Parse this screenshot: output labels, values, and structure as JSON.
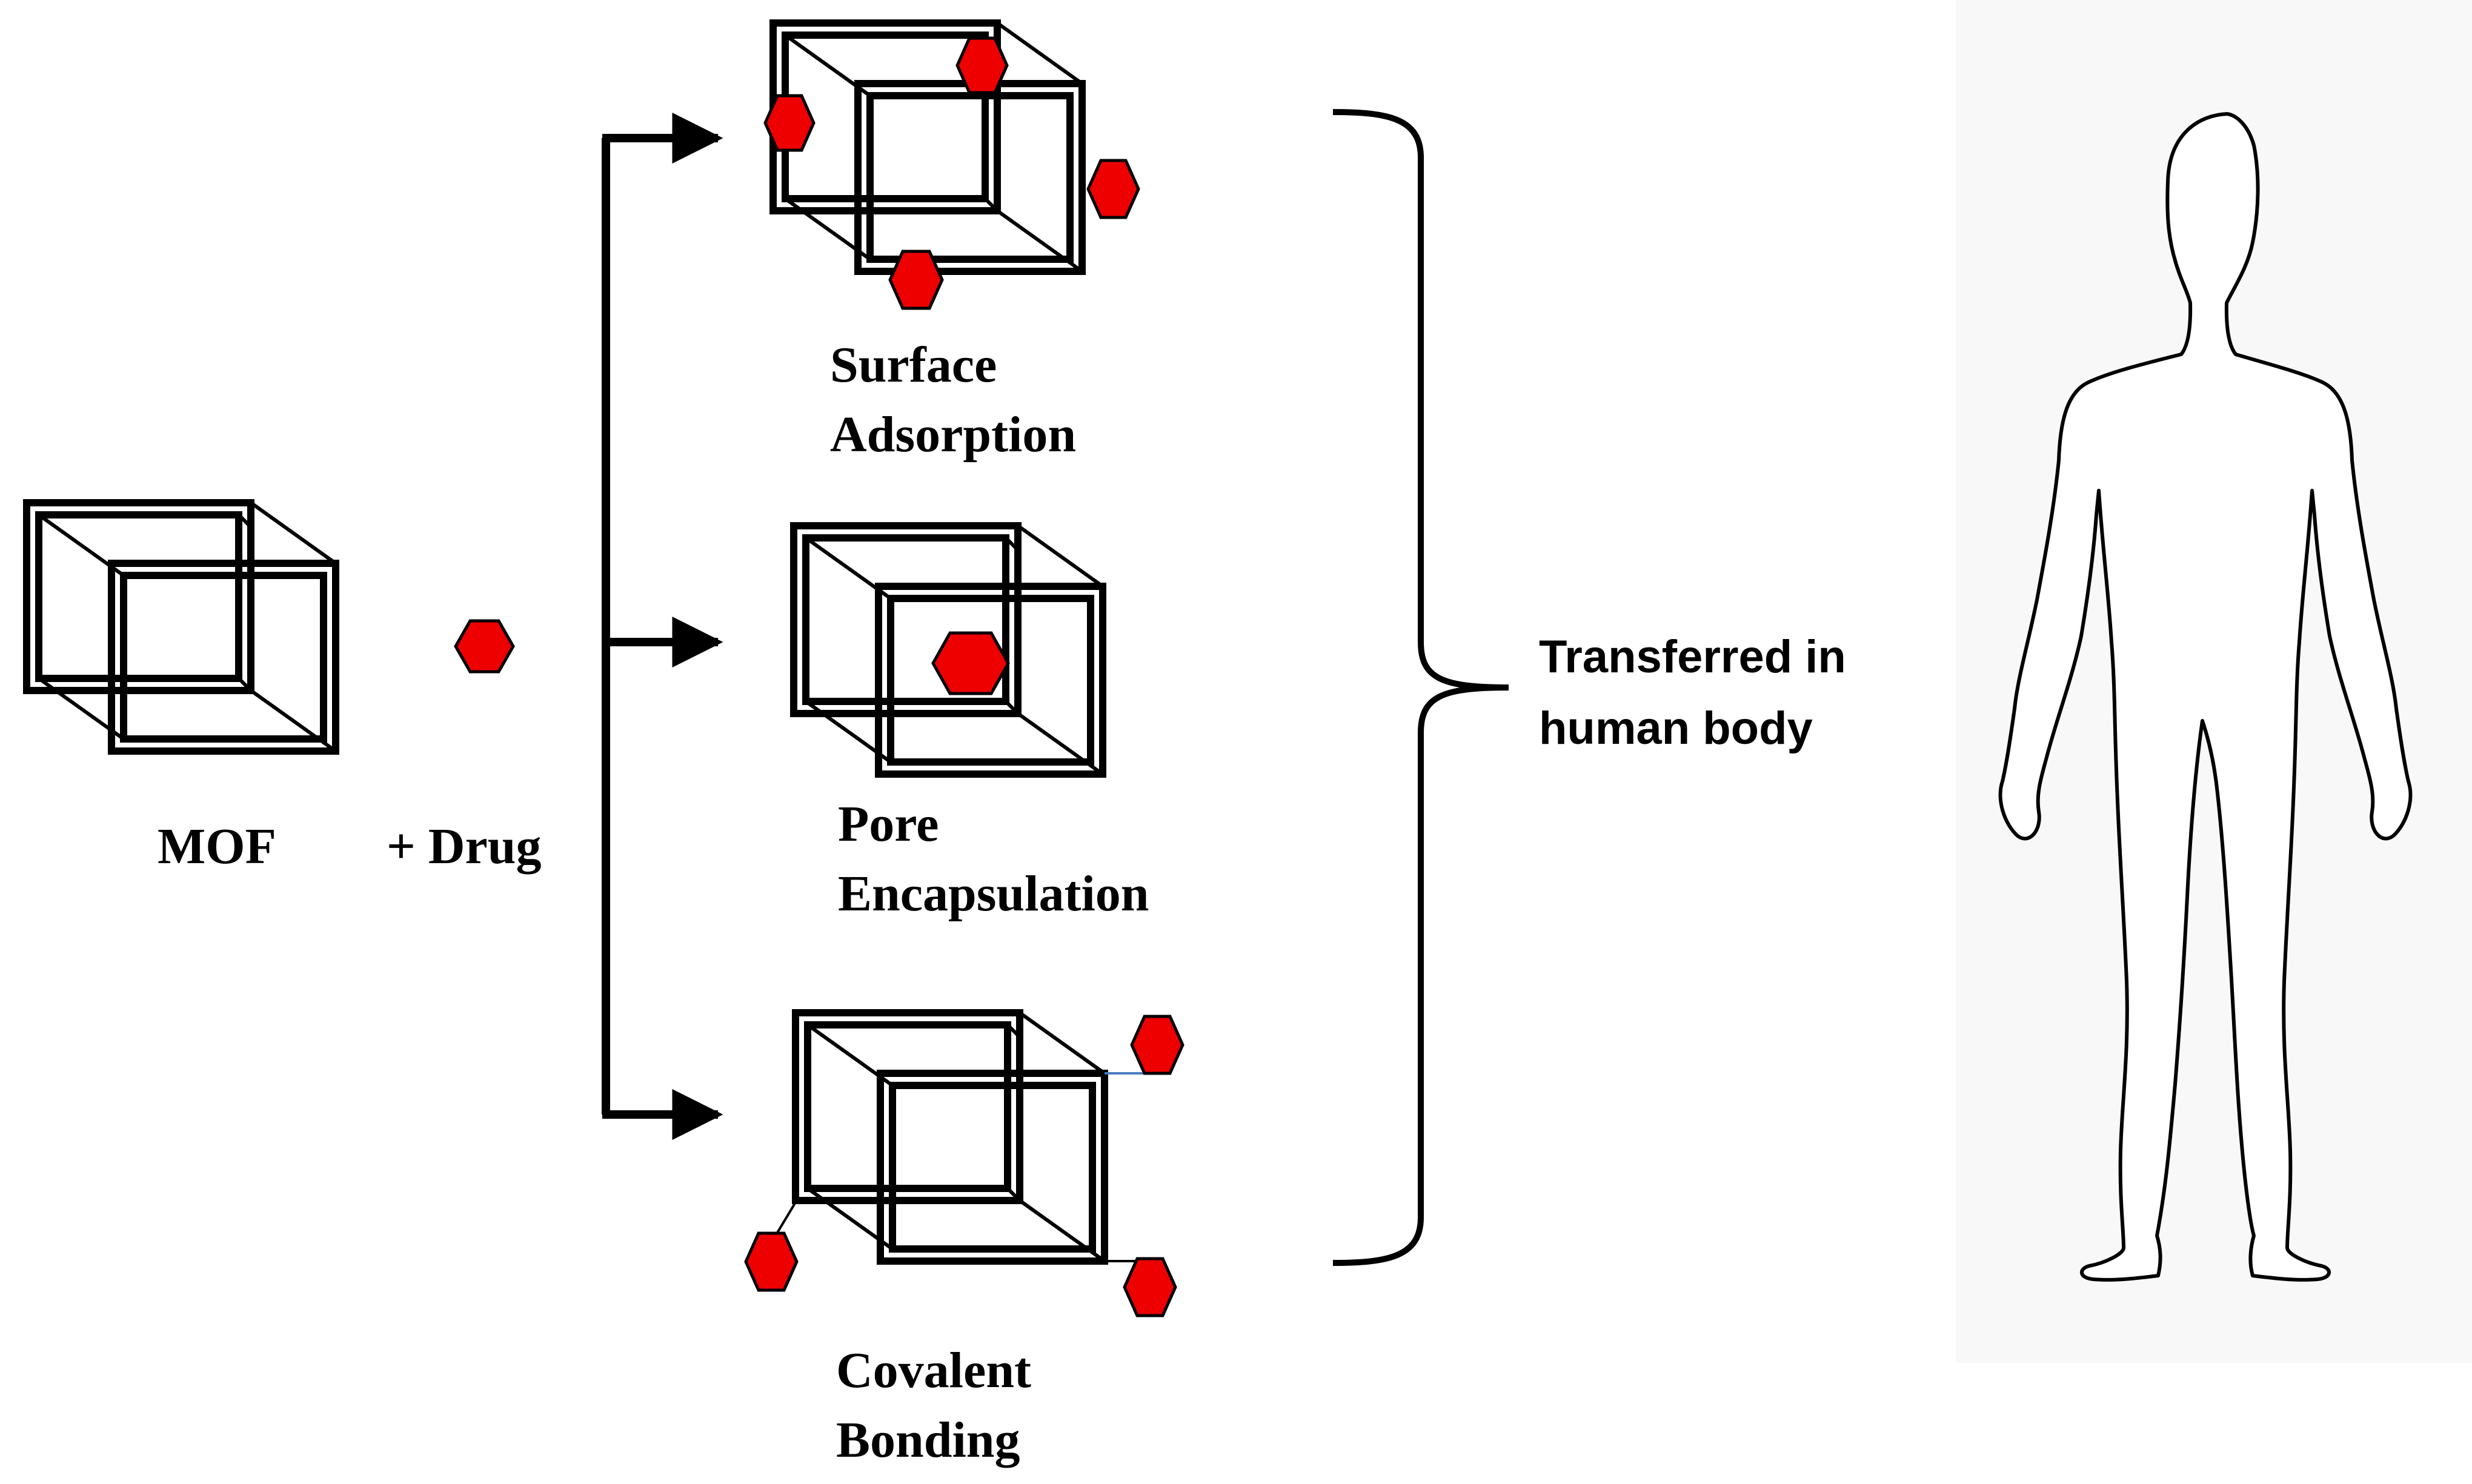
{
  "labels": {
    "mof": "MOF",
    "drug": "+ Drug",
    "surface_adsorption": [
      "Surface",
      "Adsorption"
    ],
    "pore_encapsulation": [
      "Pore",
      "Encapsulation"
    ],
    "covalent_bonding": [
      "Covalent",
      "Bonding"
    ],
    "transferred": [
      "Transferred in",
      "human body"
    ]
  },
  "colors": {
    "drug": "#ee0000",
    "line": "#000000",
    "bond": "#4a7dc0",
    "body_panel": "#f8f8f8"
  },
  "icons": {
    "mof": "wireframe-cube-icon",
    "drug": "red-hexagon-icon",
    "human": "human-body-outline"
  }
}
